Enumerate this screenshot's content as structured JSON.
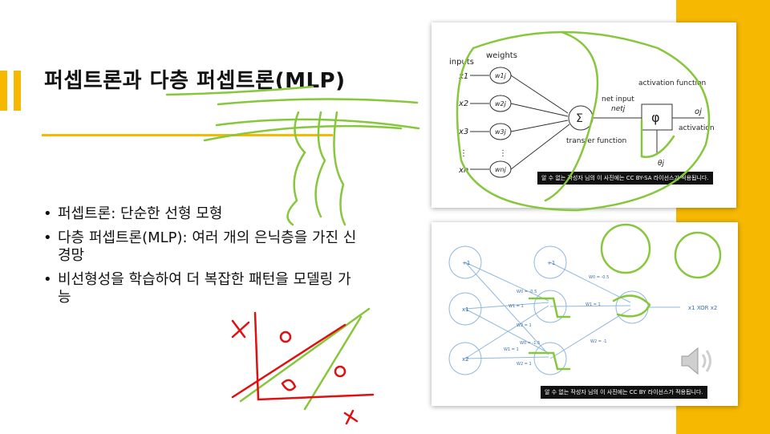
{
  "slide": {
    "title": "퍼셉트론과 다층 퍼셉트론(MLP)",
    "bullets": [
      "퍼셉트론: 단순한 선형 모형",
      "다층 퍼셉트론(MLP): 여러 개의 은닉층을 가진 신경망",
      "비선형성을 학습하여 더 복잡한 패턴을 모델링 가능"
    ]
  },
  "figure1": {
    "inputs_label": "inputs",
    "weights_label": "weights",
    "x_labels": [
      "x1",
      "x2",
      "x3",
      "xn"
    ],
    "w_labels": [
      "w1j",
      "w2j",
      "w3j",
      "wnj"
    ],
    "sum_symbol": "Σ",
    "transfer_label": "transfer function",
    "net_input_label": "net input",
    "net_label": "netj",
    "activation_function_label": "activation function",
    "phi_symbol": "φ",
    "output_label": "oj",
    "activation_label": "activation",
    "theta_label": "θj",
    "dots": "⋮",
    "caption": "알 수 없는 작성자 님의 이 사진에는 CC BY-SA 라이선스가 적용됩니다."
  },
  "figure2": {
    "bias_label": "+1",
    "x1_label": "x1",
    "x2_label": "x2",
    "output_label": "x1 XOR x2",
    "weights": [
      "W0 = -0.5",
      "W1 = 1",
      "W2 = 1",
      "W0 = -1.5",
      "W1 = 1",
      "W2 = 1",
      "W0 = -0.5",
      "W1 = 1",
      "W2 = -1"
    ],
    "caption": "알 수 없는 작성자 님의 이 사진에는 CC BY 라이선스가 적용됩니다."
  },
  "colors": {
    "accent": "#f6b800",
    "ink_green": "#86c73c",
    "ink_red": "#e01010",
    "network_blue": "#8fb8e0"
  },
  "icons": {
    "speaker": "speaker-icon"
  }
}
